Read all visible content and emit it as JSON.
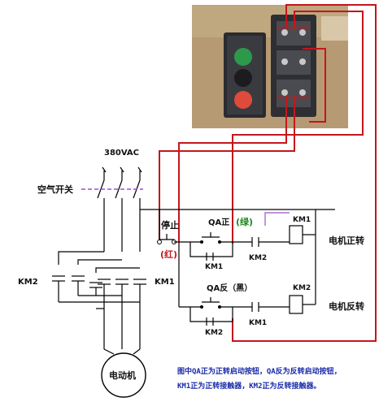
{
  "supply": {
    "voltage_label": "380VAC"
  },
  "labels": {
    "air_switch": "空气开关",
    "stop_line1": "停止",
    "stop_color": "(红)",
    "qa_forward": "QA正",
    "qa_forward_color": "(绿)",
    "qa_reverse": "QA反（黑）",
    "km1": "KM1",
    "km2": "KM2",
    "motor_forward": "电机正转",
    "motor_reverse": "电机反转",
    "motor": "电动机"
  },
  "note": {
    "line1": "图中QA正为正转启动按钮，QA反为反转启动按钮，",
    "line2": "KM1正为正转接触器，KM2正为反转接触器。"
  },
  "colors": {
    "wire_red": "#c4161c",
    "note_blue": "#1a2aa8",
    "guide_purple": "#9b4fd0",
    "green_text": "#1e8a1e",
    "red_text": "#c4161c"
  }
}
